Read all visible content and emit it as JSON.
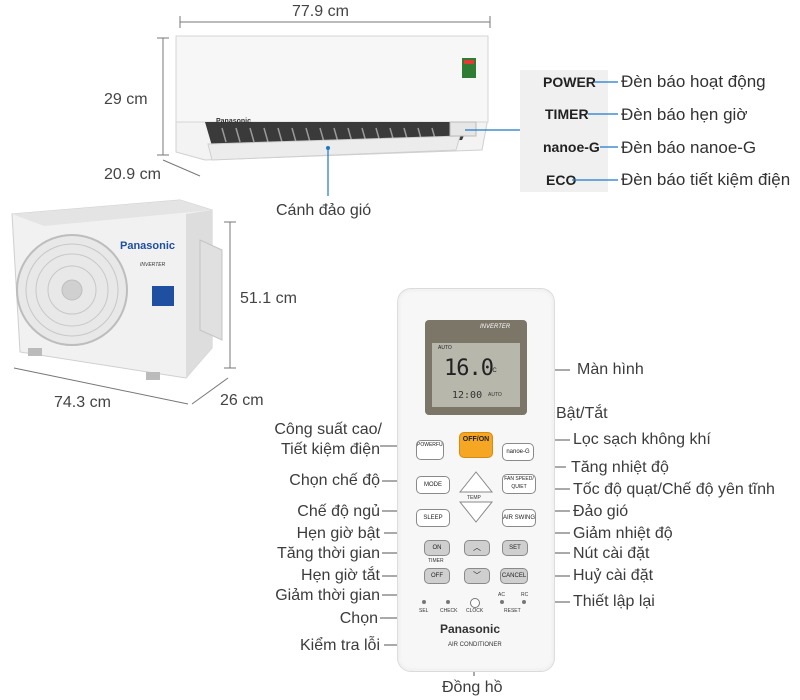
{
  "dimensions": {
    "indoor_width": "77.9 cm",
    "indoor_height": "29 cm",
    "indoor_depth": "20.9 cm",
    "outdoor_height": "51.1 cm",
    "outdoor_width": "74.3 cm",
    "outdoor_depth": "26 cm"
  },
  "indoor": {
    "brand": "Panasonic",
    "louver_label": "Cánh đảo gió"
  },
  "outdoor": {
    "brand": "Panasonic",
    "inverter_badge": "INVERTER"
  },
  "indicators": [
    {
      "code": "POWER",
      "desc": "Đèn báo hoạt động"
    },
    {
      "code": "TIMER",
      "desc": "Đèn báo hẹn giờ"
    },
    {
      "code": "nanoe-G",
      "desc": "Đèn báo nanoe-G"
    },
    {
      "code": "ECO",
      "desc": "Đèn báo tiết kiệm điện"
    }
  ],
  "remote": {
    "screen_badge": "INVERTER",
    "screen_mode": "AUTO",
    "screen_temp": "16.0",
    "screen_unit": "°C",
    "screen_clock": "12:00",
    "screen_small": "AUTO",
    "brand": "Panasonic",
    "footer": "AIR CONDITIONER",
    "buttons": {
      "powerful": "POWERFUL/ECO",
      "offon": "OFF/ON",
      "nanoe": "nanoe-G",
      "mode": "MODE",
      "temp": "TEMP",
      "fanspeed": "FAN SPEED/ QUIET",
      "sleep": "SLEEP",
      "airswing": "AIR SWING",
      "on": "ON",
      "set": "SET",
      "timer": "TIMER",
      "off": "OFF",
      "cancel": "CANCEL",
      "sel": "SEL",
      "check": "CHECK",
      "clock": "CLOCK",
      "ac": "AC",
      "rc": "RC",
      "reset": "RESET"
    }
  },
  "labels": {
    "screen": "Màn hình",
    "offon": "Bật/Tắt",
    "powerful_1": "Công suất cao/",
    "powerful_2": "Tiết kiệm điện",
    "air_clean": "Lọc sạch không khí",
    "temp_up": "Tăng nhiệt độ",
    "mode": "Chọn chế độ",
    "fan_speed": "Tốc độ quạt/Chế độ yên tĩnh",
    "sleep": "Chế độ ngủ",
    "swing": "Đảo gió",
    "timer_on": "Hẹn giờ bật",
    "temp_down": "Giảm nhiệt độ",
    "time_up": "Tăng thời gian",
    "set": "Nút cài đặt",
    "timer_off": "Hẹn giờ tắt",
    "cancel": "Huỷ cài đặt",
    "time_down": "Giảm thời gian",
    "reset": "Thiết lập lại",
    "select": "Chọn",
    "check": "Kiểm tra lỗi",
    "clock": "Đồng hồ"
  }
}
